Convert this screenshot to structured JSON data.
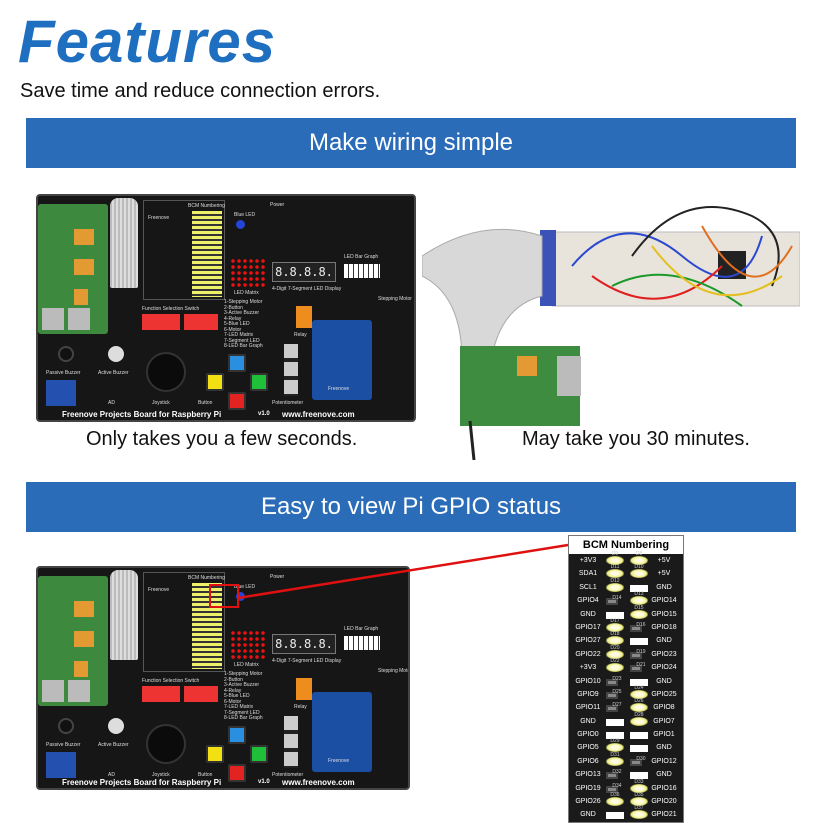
{
  "header": {
    "title": "Features",
    "subtitle": "Save time and reduce connection errors."
  },
  "section1": {
    "banner": "Make wiring simple",
    "caption_left": "Only takes you a few seconds.",
    "caption_right": "May take you 30 minutes."
  },
  "section2": {
    "banner": "Easy to view Pi GPIO status"
  },
  "board": {
    "title": "Freenove Projects Board for Raspberry Pi",
    "version": "v1.0",
    "url": "www.freenove.com",
    "brand": "Freenove",
    "bcm": "BCM Numbering",
    "blue_led": "Blue LED",
    "power": "Power",
    "led_matrix": "LED Matrix",
    "seg_display": "4-Digit 7-Segment LED Display",
    "seg_digits": "8.8.8.8.",
    "bar_graph": "LED Bar Graph",
    "function_switch": "Function Selection Switch",
    "menu": [
      "1-Stepping Motor",
      "2-Button",
      "3-Active Buzzer",
      "4-Relay",
      "5-Blue LED",
      "6-Motor",
      "7-LED Matrix",
      "7-Segment LED",
      "8-LED Bar Graph"
    ],
    "relay": "Relay",
    "stepping_motor": "Stepping Motor",
    "passive_buzzer": "Passive Buzzer",
    "active_buzzer": "Active Buzzer",
    "joystick": "Joystick",
    "button": "Button",
    "potentiometer": "Potentiometer",
    "adc": "AD",
    "rfid_brand": "Freenove"
  },
  "bcm_panel": {
    "title": "BCM Numbering",
    "rows": [
      {
        "left": "+3V3",
        "ls": "on",
        "ld": "D9",
        "rs": "on",
        "rd": "D8",
        "right": "+5V"
      },
      {
        "left": "SDA1",
        "ls": "on",
        "ld": "D11",
        "rs": "on",
        "rd": "D10",
        "right": "+5V"
      },
      {
        "left": "SCL1",
        "ls": "on",
        "ld": "D12",
        "rs": "pwr",
        "rd": "",
        "right": "GND"
      },
      {
        "left": "GPIO4",
        "ls": "off",
        "ld": "D14",
        "rs": "on",
        "rd": "D13",
        "right": "GPIO14"
      },
      {
        "left": "GND",
        "ls": "pwr",
        "ld": "",
        "rs": "on",
        "rd": "D15",
        "right": "GPIO15"
      },
      {
        "left": "GPIO17",
        "ls": "on",
        "ld": "D17",
        "rs": "off",
        "rd": "D16",
        "right": "GPIO18"
      },
      {
        "left": "GPIO27",
        "ls": "on",
        "ld": "D18",
        "rs": "pwr",
        "rd": "",
        "right": "GND"
      },
      {
        "left": "GPIO22",
        "ls": "on",
        "ld": "D20",
        "rs": "off",
        "rd": "D19",
        "right": "GPIO23"
      },
      {
        "left": "+3V3",
        "ls": "on",
        "ld": "D22",
        "rs": "off",
        "rd": "D21",
        "right": "GPIO24"
      },
      {
        "left": "GPIO10",
        "ls": "off",
        "ld": "D23",
        "rs": "pwr",
        "rd": "",
        "right": "GND"
      },
      {
        "left": "GPIO9",
        "ls": "off",
        "ld": "D25",
        "rs": "on",
        "rd": "D24",
        "right": "GPIO25"
      },
      {
        "left": "GPIO11",
        "ls": "off",
        "ld": "D27",
        "rs": "on",
        "rd": "D26",
        "right": "GPIO8"
      },
      {
        "left": "GND",
        "ls": "pwr",
        "ld": "",
        "rs": "on",
        "rd": "D28",
        "right": "GPIO7"
      },
      {
        "left": "GPIO0",
        "ls": "pwr",
        "ld": "",
        "rs": "pwr",
        "rd": "",
        "right": "GPIO1"
      },
      {
        "left": "GPIO5",
        "ls": "on",
        "ld": "D29",
        "rs": "pwr",
        "rd": "",
        "right": "GND"
      },
      {
        "left": "GPIO6",
        "ls": "on",
        "ld": "D31",
        "rs": "off",
        "rd": "D30",
        "right": "GPIO12"
      },
      {
        "left": "GPIO13",
        "ls": "off",
        "ld": "D32",
        "rs": "pwr",
        "rd": "",
        "right": "GND"
      },
      {
        "left": "GPIO19",
        "ls": "off",
        "ld": "D34",
        "rs": "on",
        "rd": "D33",
        "right": "GPIO16"
      },
      {
        "left": "GPIO26",
        "ls": "on",
        "ld": "D36",
        "rs": "on",
        "rd": "D35",
        "right": "GPIO20"
      },
      {
        "left": "GND",
        "ls": "pwr",
        "ld": "",
        "rs": "on",
        "rd": "D37",
        "right": "GPIO21"
      }
    ]
  },
  "colors": {
    "accent": "#2a6cb8",
    "title": "#1f6fc0",
    "pointer": "#e01010",
    "led_on": "#ecec7a"
  }
}
